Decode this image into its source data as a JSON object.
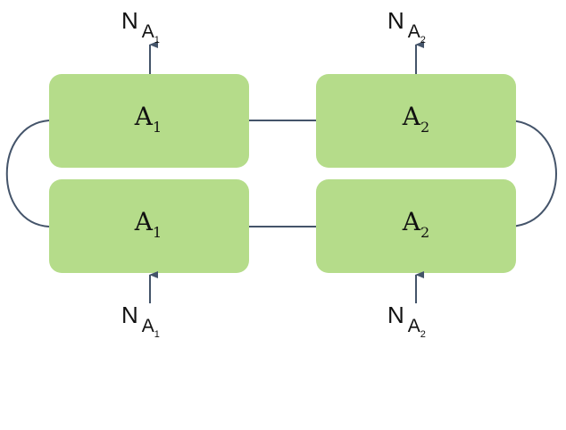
{
  "colors": {
    "box_fill": "#b5dc8a",
    "line": "#44546a",
    "text": "#111111"
  },
  "boxes": [
    {
      "label": "A",
      "subscript": "1"
    },
    {
      "label": "A",
      "subscript": "2"
    },
    {
      "label": "A",
      "subscript": "1"
    },
    {
      "label": "A",
      "subscript": "2"
    }
  ],
  "inputs": [
    {
      "label": "N",
      "subscript": "A",
      "subsubscript": "1"
    },
    {
      "label": "N",
      "subscript": "A",
      "subsubscript": "2"
    },
    {
      "label": "N",
      "subscript": "A",
      "subsubscript": "1"
    },
    {
      "label": "N",
      "subscript": "A",
      "subsubscript": "2"
    }
  ]
}
